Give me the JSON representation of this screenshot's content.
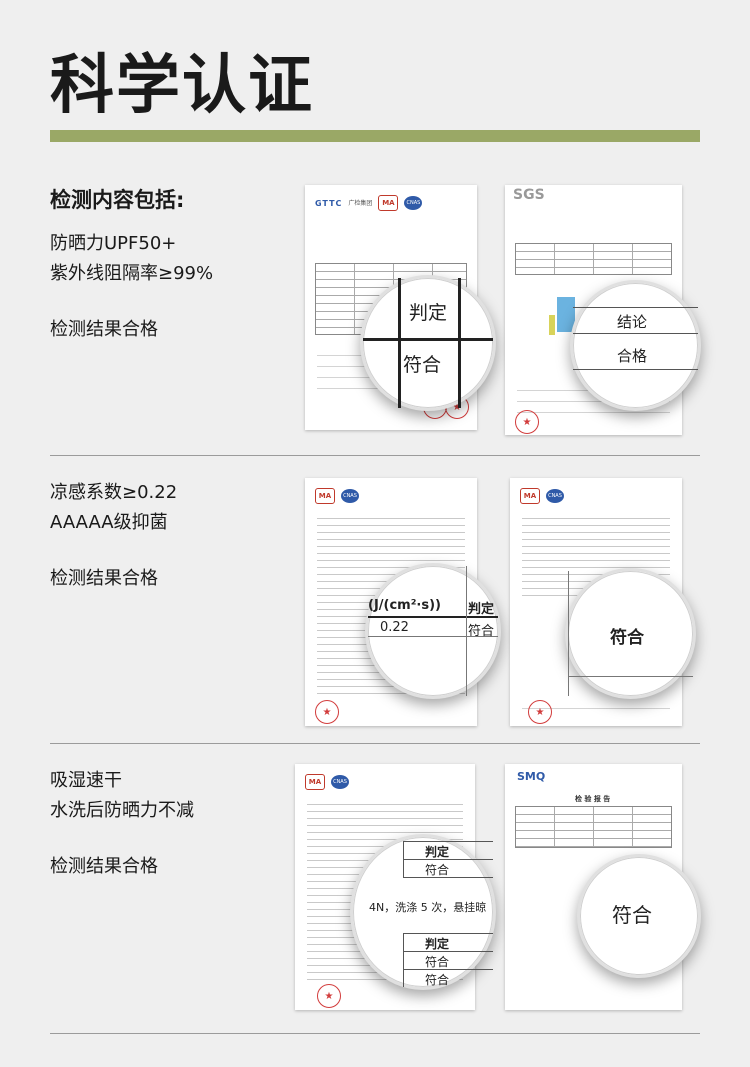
{
  "title": "科学认证",
  "sections": [
    {
      "heading": "检测内容包括:",
      "lines": [
        "防晒力UPF50+",
        "紫外线阻隔率≥99%"
      ],
      "result": "检测结果合格",
      "doc_left": {
        "brand": "GTTC",
        "brand_cn": "广检集团",
        "lens_header": "判定",
        "lens_value": "符合"
      },
      "doc_right": {
        "brand": "SGS",
        "lens_header": "结论",
        "lens_value": "合格"
      }
    },
    {
      "lines": [
        "凉感系数≥0.22",
        "AAAAA级抑菌"
      ],
      "result": "检测结果合格",
      "doc_left": {
        "lens_header_left": "(J/(cm²·s))",
        "lens_header": "判定",
        "lens_value_left": "0.22",
        "lens_value": "符合"
      },
      "doc_right": {
        "lens_value": "符合"
      }
    },
    {
      "lines": [
        "吸湿速干",
        "水洗后防晒力不减"
      ],
      "result": "检测结果合格",
      "doc_left": {
        "lens_header": "判定",
        "lens_value": "符合",
        "lens_mid_text": "4N，洗涤 5 次，悬挂晾",
        "lens_header_2": "判定",
        "lens_value_2": "符合",
        "lens_value_3": "符合"
      },
      "doc_right": {
        "brand": "SMQ",
        "doc_title": "检 验 报 告",
        "lens_value": "符合"
      }
    }
  ],
  "colors": {
    "accent_bar": "#9aa866",
    "background": "#efefef",
    "stamp_red": "#d23c3c"
  }
}
